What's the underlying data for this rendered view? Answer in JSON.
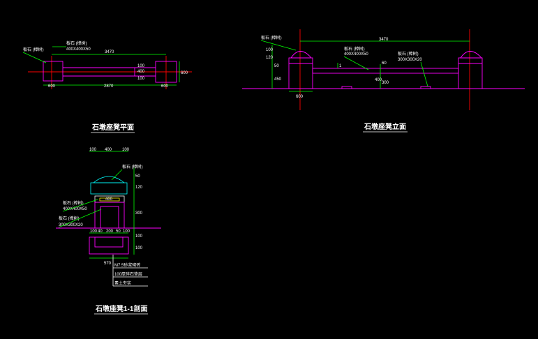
{
  "plan": {
    "title": "石墩座凳平面",
    "dim_overall": "3470",
    "dim_inner": "2870",
    "dim_left": "600",
    "dim_right": "600",
    "dim_depth": "600",
    "dim_beam_a": "100",
    "dim_beam_b": "400",
    "dim_beam_c": "100",
    "label_top_a": "板石 (樟树)",
    "label_top_b": "400X400X50",
    "label_side": "板石 (樟树)"
  },
  "elevation": {
    "title": "石墩座凳立面",
    "dim_overall": "3470",
    "dim_left_base": "600",
    "dim_h1": "100",
    "dim_h2": "120",
    "dim_h3": "50",
    "dim_h4": "450",
    "dim_mid1": "60",
    "dim_mid2": "400",
    "dim_mid3": "300",
    "label_left": "板石 (樟树)",
    "label_mid_a": "板石 (樟树)",
    "label_mid_b": "400X400X50",
    "label_right_a": "板石 (樟树)",
    "label_right_b": "300X300X20",
    "section_mark": "1"
  },
  "section": {
    "title": "石墩座凳1-1剖面",
    "dim_top_a": "100",
    "dim_top_b": "400",
    "dim_top_c": "100",
    "dim_mid_width": "400",
    "dim_r1": "50",
    "dim_r2": "120",
    "dim_r3": "300",
    "dim_r4": "100",
    "dim_r5": "100",
    "dim_bottom_a": "100",
    "dim_bottom_b": "40",
    "dim_bottom_c": "200",
    "dim_bottom_d": "50",
    "dim_bottom_e": "100",
    "dim_base": "570",
    "label_a": "板石 (樟树)",
    "label_b": "板石 (樟树)",
    "label_c": "400X400X50",
    "label_d": "板石 (樟树)",
    "label_e": "300X300X20",
    "layer_1": "M7.5砂浆砌砖",
    "layer_2": "100厚碎石垫层",
    "layer_3": "素土夯实"
  }
}
